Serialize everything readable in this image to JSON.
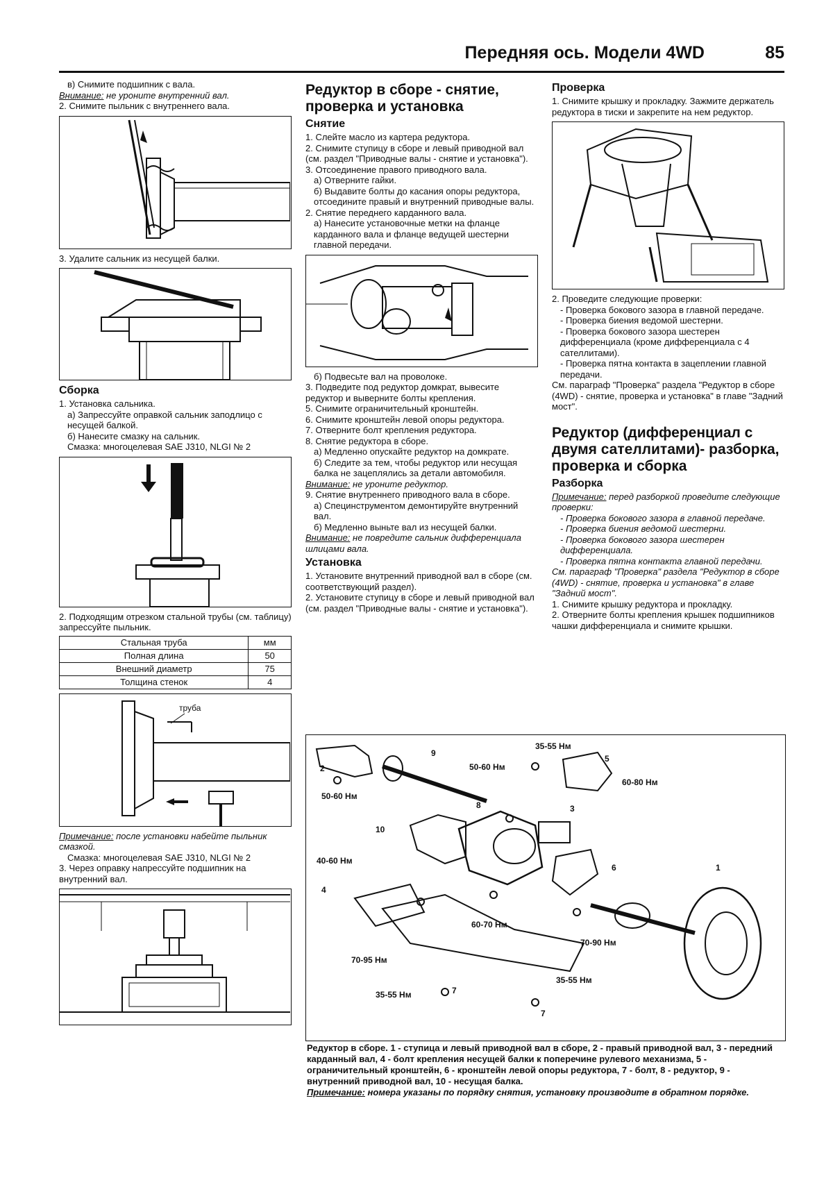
{
  "header": {
    "title": "Передняя ось. Модели 4WD",
    "page_number": "85"
  },
  "col1": {
    "p1": "в) Снимите подшипник с вала.",
    "warn1_label": "Внимание:",
    "warn1_text": " не уроните внутренний вал.",
    "p2": "2. Снимите пыльник с внутреннего вала.",
    "p3": "3. Удалите сальник из несущей балки.",
    "h_assembly": "Сборка",
    "a1": "1. Установка сальника.",
    "a2": "а) Запрессуйте оправкой сальник заподлицо с несущей балкой.",
    "a3": "б) Нанесите смазку на сальник.",
    "a4": "Смазка: многоцелевая SAE J310, NLGI № 2",
    "a5": "2. Подходящим отрезком стальной трубы (см. таблицу) запрессуйте пыльник.",
    "table": {
      "h1": "Стальная труба",
      "h2": "мм",
      "r1a": "Полная длина",
      "r1b": "50",
      "r2a": "Внешний диаметр",
      "r2b": "75",
      "r3a": "Толщина стенок",
      "r3b": "4"
    },
    "fig_label_tube": "труба",
    "note_label": "Примечание:",
    "note_text": " после установки набейте пыльник смазкой.",
    "a6": "Смазка: многоцелевая SAE J310, NLGI № 2",
    "a7": "3. Через оправку напрессуйте подшипник на внутренний вал."
  },
  "col2": {
    "h_main": "Редуктор в сборе - снятие, проверка и установка",
    "h_removal": "Снятие",
    "r1": "1. Слейте масло из картера редуктора.",
    "r2": "2. Снимите ступицу в сборе и левый приводной вал (см. раздел \"Приводные валы - снятие и установка\").",
    "r3": "3. Отсоединение правого приводного вала.",
    "r3a": "а) Отверните гайки.",
    "r3b": "б) Выдавите болты до касания опоры редуктора, отсоедините правый и внутренний приводные валы.",
    "r4": "2. Снятие переднего карданного вала.",
    "r4a": "а) Нанесите установочные метки на фланце карданного вала и фланце ведущей шестерни главной передачи.",
    "r4b": "б) Подвесьте вал на проволоке.",
    "r5": "3. Подведите под редуктор домкрат, вывесите редуктор и выверните болты крепления.",
    "r6": "5. Снимите ограничительный кронштейн.",
    "r7": "6. Снимите кронштейн левой опоры редуктора.",
    "r8": "7. Отверните болт крепления редуктора.",
    "r9": "8. Снятие редуктора в сборе.",
    "r9a": "а) Медленно опускайте редуктор на домкрате.",
    "r9b": "б) Следите за тем, чтобы редуктор или несущая балка не зацеплялись за детали автомобиля.",
    "warn2_label": "Внимание:",
    "warn2_text": " не уроните редуктор.",
    "r10": "9. Снятие внутреннего приводного вала в сборе.",
    "r10a": "а) Специнструментом демонтируйте внутренний вал.",
    "r10b": "б) Медленно выньте вал из несущей балки.",
    "warn3_label": "Внимание:",
    "warn3_text": " не повредите сальник дифференциала шлицами вала.",
    "h_install": "Установка",
    "i1": "1. Установите внутренний приводной вал в сборе (см. соответствующий раздел).",
    "i2": "2. Установите ступицу в сборе и левый приводной вал (см. раздел \"Приводные валы - снятие и установка\")."
  },
  "col3": {
    "h_check": "Проверка",
    "c1": "1. Снимите крышку и прокладку. Зажмите держатель редуктора в тиски и закрепите на нем редуктор.",
    "c2": "2. Проведите следующие проверки:",
    "c2a": "- Проверка бокового зазора в главной передаче.",
    "c2b": "- Проверка биения ведомой шестерни.",
    "c2c": "- Проверка бокового зазора шестерен дифференциала (кроме дифференциала с 4 сателлитами).",
    "c2d": "- Проверка пятна контакта в зацеплении главной передачи.",
    "c3": "См. параграф \"Проверка\" раздела \"Редуктор в сборе (4WD) - снятие, проверка и установка\" в главе \"Задний мост\".",
    "h_diff": "Редуктор (дифференциал с двумя сателлитами)- разборка, проверка и сборка",
    "h_disasm": "Разборка",
    "note_label": "Примечание:",
    "note_text": " перед разборкой проведите следующие проверки:",
    "n1": "- Проверка бокового зазора в главной передаче.",
    "n2": "- Проверка биения ведомой шестерни.",
    "n3": "- Проверка бокового зазора шестерен дифференциала.",
    "n4": "- Проверка пятна контакта главной передачи.",
    "n5": "См. параграф \"Проверка\" раздела \"Редуктор в сборе (4WD) - снятие, проверка и установка\" в главе \"Задний мост\".",
    "d1": "1. Снимите крышку редуктора и прокладку.",
    "d2": "2. Отверните болты крепления крышек подшипников чашки дифференциала и снимите крышки."
  },
  "bigfig": {
    "labels": {
      "n1": "1",
      "n2": "2",
      "n3": "3",
      "n4": "4",
      "n5": "5",
      "n6": "6",
      "n7a": "7",
      "n7b": "7",
      "n8": "8",
      "n9": "9",
      "n10": "10",
      "t1": "35-55 Нм",
      "t2": "50-60 Нм",
      "t3": "60-80 Нм",
      "t4": "50-60 Нм",
      "t5": "40-60 Нм",
      "t6": "60-70 Нм",
      "t7": "70-90 Нм",
      "t8": "70-95 Нм",
      "t9": "35-55 Нм",
      "t10": "35-55 Нм"
    },
    "caption": "Редуктор в сборе. 1 - ступица и левый приводной вал в сборе, 2 - правый приводной вал, 3 - передний карданный вал, 4 - болт крепления несущей балки к поперечине рулевого механизма, 5 - ограничительный кронштейн, 6 - кронштейн левой опоры редуктора, 7 - болт, 8 - редуктор, 9 - внутренний приводной вал, 10 - несущая балка.",
    "note_label": "Примечание:",
    "note_text": " номера указаны по порядку снятия, установку производите в обратном порядке."
  }
}
